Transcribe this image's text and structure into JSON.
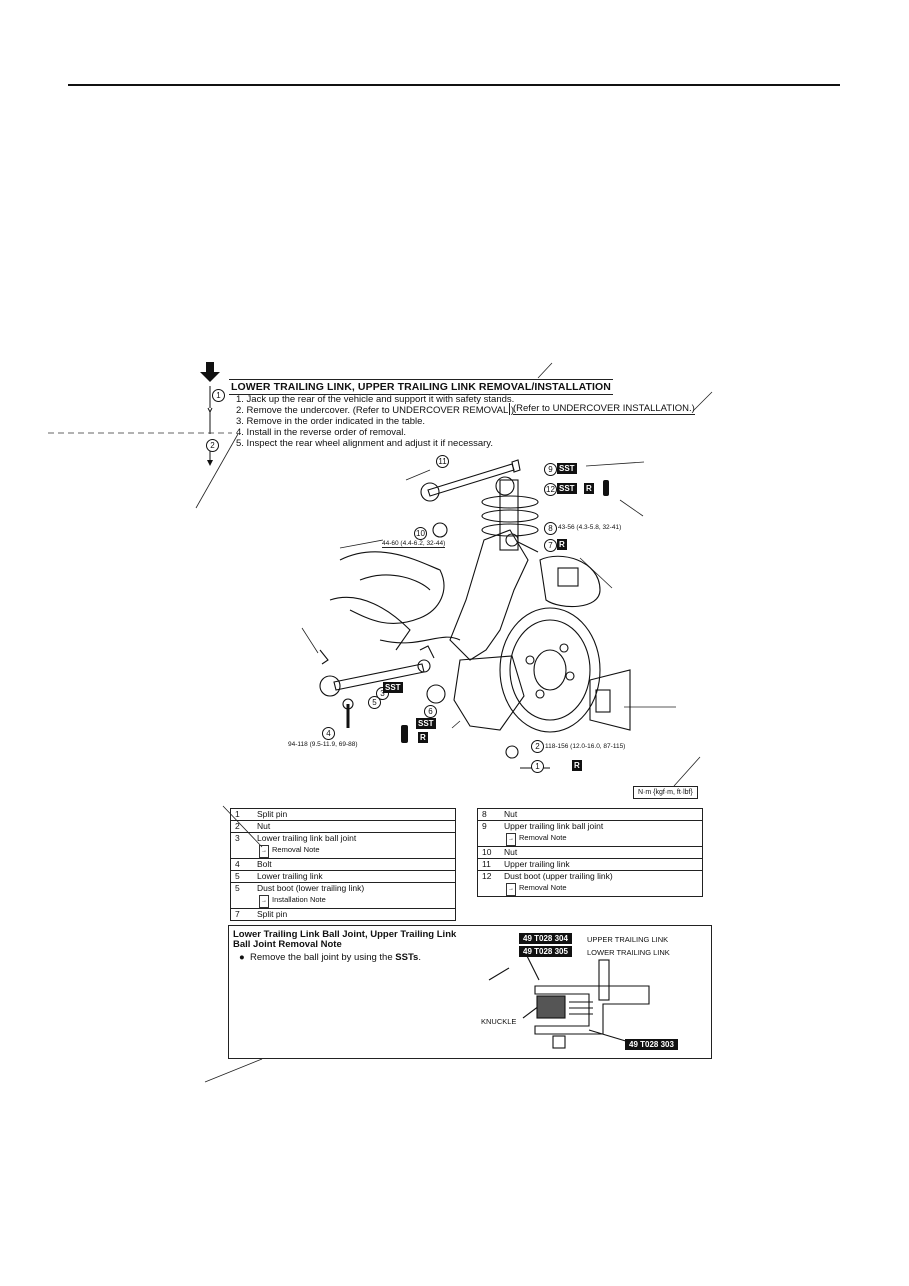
{
  "procedure": {
    "title": "LOWER TRAILING LINK, UPPER TRAILING LINK REMOVAL/INSTALLATION",
    "steps": [
      "1. Jack up the rear of the vehicle and support it with safety stands.",
      "2. Remove the undercover. (Refer to UNDERCOVER REMOVAL.)",
      "3. Remove in the order indicated in the table.",
      "4. Install in the reverse order of removal.",
      "5. Inspect the rear wheel alignment and adjust it if necessary."
    ],
    "ref_install": "(Refer to UNDERCOVER INSTALLATION.)",
    "flow_numbers": [
      "1",
      "2"
    ]
  },
  "diagram": {
    "torque_nut10": "44-60 (4.4-6.2, 32-44)",
    "torque_nut8": "43-56 (4.3-5.8, 32-41)",
    "torque_bolt4": "94-118 (9.5-11.9, 69-88)",
    "torque_nut2": "118-156 (12.0-16.0, 87-115)",
    "units": "N·m {kgf·m, ft·lbf}",
    "sst": "SST",
    "r": "R",
    "callouts": [
      "1",
      "2",
      "3",
      "4",
      "5",
      "6",
      "7",
      "8",
      "9",
      "10",
      "11",
      "12"
    ]
  },
  "parts_left": [
    {
      "num": "1",
      "name": "Split pin",
      "note": ""
    },
    {
      "num": "2",
      "name": "Nut",
      "note": ""
    },
    {
      "num": "3",
      "name": "Lower trailing link ball joint",
      "note": "Removal Note"
    },
    {
      "num": "4",
      "name": "Bolt",
      "note": ""
    },
    {
      "num": "5",
      "name": "Lower trailing link",
      "note": ""
    },
    {
      "num": "5",
      "name": "Dust boot (lower trailing link)",
      "note": "Installation Note"
    },
    {
      "num": "7",
      "name": "Split pin",
      "note": ""
    }
  ],
  "parts_right": [
    {
      "num": "8",
      "name": "Nut",
      "note": ""
    },
    {
      "num": "9",
      "name": "Upper trailing link ball joint",
      "note": "Removal Note"
    },
    {
      "num": "10",
      "name": "Nut",
      "note": ""
    },
    {
      "num": "11",
      "name": "Upper trailing link",
      "note": ""
    },
    {
      "num": "12",
      "name": "Dust boot (upper trailing link)",
      "note": "Removal Note"
    }
  ],
  "note_box": {
    "title_line1": "Lower Trailing Link Ball Joint, Upper Trailing Link",
    "title_line2": "Ball Joint Removal Note",
    "bullet_prefix": "Remove the ball joint by using the ",
    "bullet_bold": "SSTs",
    "bullet_suffix": ".",
    "sst1_code": "49 T028 304",
    "sst1_label": "UPPER TRAILING LINK",
    "sst2_code": "49 T028 305",
    "sst2_label": "LOWER TRAILING LINK",
    "knuckle": "KNUCKLE",
    "sst3_code": "49 T028 303"
  }
}
